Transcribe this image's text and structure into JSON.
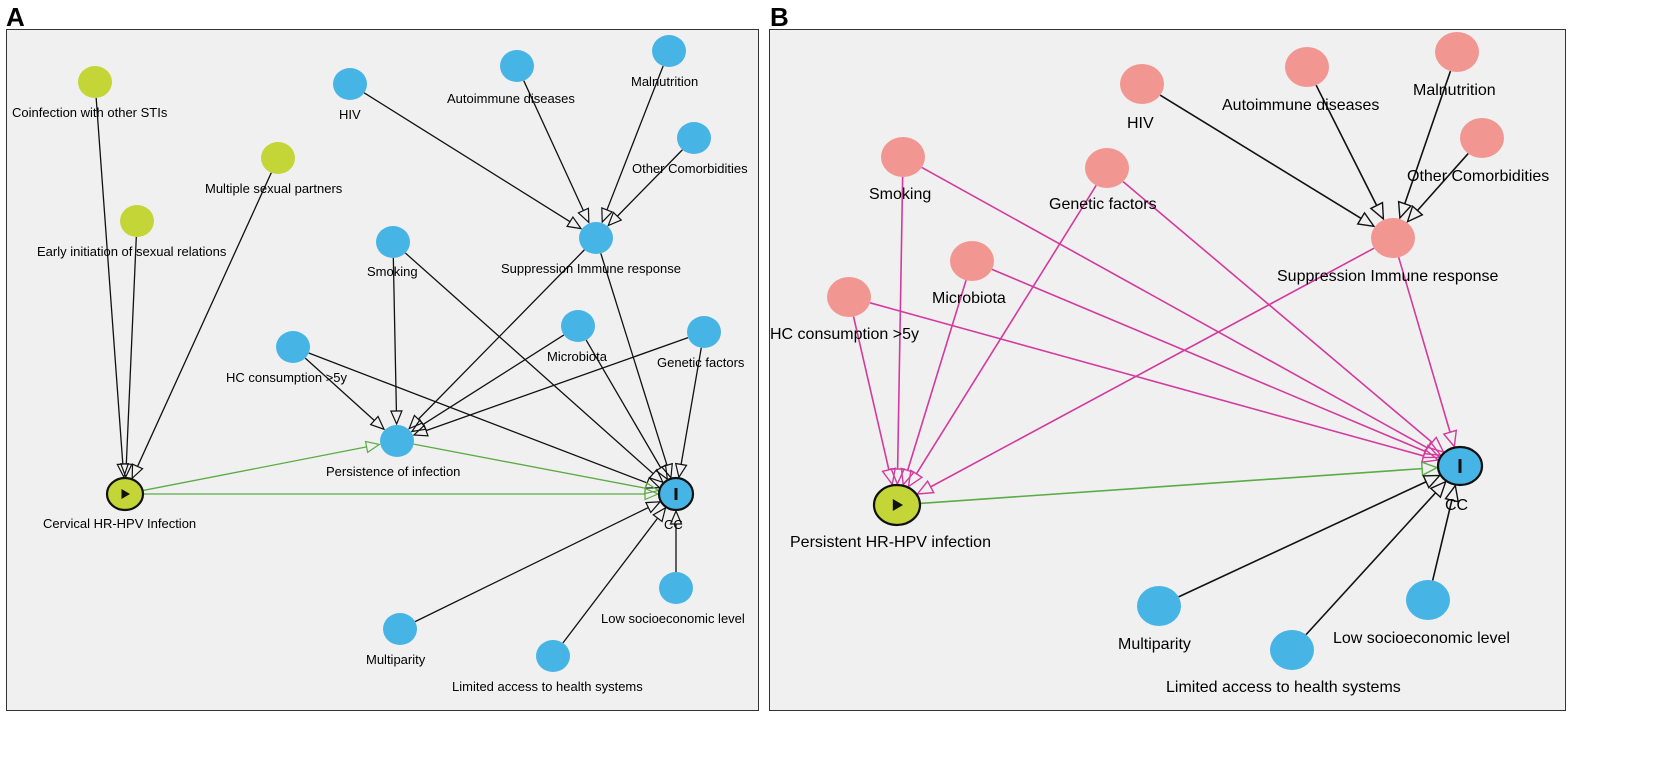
{
  "panels": [
    {
      "letter": "A",
      "nodes": {
        "coinfection": {
          "label": "Coinfection with other STIs",
          "role": "ancestor-exposure"
        },
        "multiple_partners": {
          "label": "Multiple sexual partners",
          "role": "ancestor-exposure"
        },
        "early_initiation": {
          "label": "Early initiation of sexual relations",
          "role": "ancestor-exposure"
        },
        "hiv": {
          "label": "HIV",
          "role": "ancestor-outcome"
        },
        "autoimmune": {
          "label": "Autoimmune diseases",
          "role": "ancestor-outcome"
        },
        "malnutrition": {
          "label": "Malnutrition",
          "role": "ancestor-outcome"
        },
        "other_comorbidities": {
          "label": "Other Comorbidities",
          "role": "ancestor-outcome"
        },
        "suppression": {
          "label": "Suppression Immune response",
          "role": "ancestor-outcome"
        },
        "smoking": {
          "label": "Smoking",
          "role": "ancestor-outcome"
        },
        "hc_consumption": {
          "label": "HC consumption >5y",
          "role": "ancestor-outcome"
        },
        "microbiota": {
          "label": "Microbiota",
          "role": "ancestor-outcome"
        },
        "genetic": {
          "label": "Genetic factors",
          "role": "ancestor-outcome"
        },
        "persistence": {
          "label": "Persistence of infection",
          "role": "ancestor-outcome"
        },
        "exposure": {
          "label": "Cervical HR-HPV Infection",
          "role": "exposure"
        },
        "outcome": {
          "label": "CC",
          "role": "outcome"
        },
        "low_ses": {
          "label": "Low socioeconomic level",
          "role": "ancestor-outcome"
        },
        "multiparity": {
          "label": "Multiparity",
          "role": "ancestor-outcome"
        },
        "limited_access": {
          "label": "Limited access to health systems",
          "role": "ancestor-outcome"
        }
      },
      "edges": [
        {
          "from": "coinfection",
          "to": "exposure",
          "type": "black"
        },
        {
          "from": "early_initiation",
          "to": "exposure",
          "type": "black"
        },
        {
          "from": "multiple_partners",
          "to": "exposure",
          "type": "black"
        },
        {
          "from": "hiv",
          "to": "suppression",
          "type": "black"
        },
        {
          "from": "autoimmune",
          "to": "suppression",
          "type": "black"
        },
        {
          "from": "malnutrition",
          "to": "suppression",
          "type": "black"
        },
        {
          "from": "other_comorbidities",
          "to": "suppression",
          "type": "black"
        },
        {
          "from": "suppression",
          "to": "persistence",
          "type": "black"
        },
        {
          "from": "suppression",
          "to": "outcome",
          "type": "black"
        },
        {
          "from": "smoking",
          "to": "persistence",
          "type": "black"
        },
        {
          "from": "smoking",
          "to": "outcome",
          "type": "black"
        },
        {
          "from": "hc_consumption",
          "to": "persistence",
          "type": "black"
        },
        {
          "from": "hc_consumption",
          "to": "outcome",
          "type": "black"
        },
        {
          "from": "microbiota",
          "to": "persistence",
          "type": "black"
        },
        {
          "from": "microbiota",
          "to": "outcome",
          "type": "black"
        },
        {
          "from": "genetic",
          "to": "persistence",
          "type": "black"
        },
        {
          "from": "genetic",
          "to": "outcome",
          "type": "black"
        },
        {
          "from": "exposure",
          "to": "persistence",
          "type": "green"
        },
        {
          "from": "persistence",
          "to": "outcome",
          "type": "green"
        },
        {
          "from": "exposure",
          "to": "outcome",
          "type": "green"
        },
        {
          "from": "low_ses",
          "to": "outcome",
          "type": "black"
        },
        {
          "from": "multiparity",
          "to": "outcome",
          "type": "black"
        },
        {
          "from": "limited_access",
          "to": "outcome",
          "type": "black"
        }
      ]
    },
    {
      "letter": "B",
      "nodes": {
        "hiv": {
          "label": "HIV",
          "role": "ancestor-both"
        },
        "autoimmune": {
          "label": "Autoimmune diseases",
          "role": "ancestor-both"
        },
        "malnutrition": {
          "label": "Malnutrition",
          "role": "ancestor-both"
        },
        "other_comorbidities": {
          "label": "Other Comorbidities",
          "role": "ancestor-both"
        },
        "suppression": {
          "label": "Suppression Immune response",
          "role": "ancestor-both"
        },
        "smoking": {
          "label": "Smoking",
          "role": "ancestor-both"
        },
        "genetic": {
          "label": "Genetic factors",
          "role": "ancestor-both"
        },
        "microbiota": {
          "label": "Microbiota",
          "role": "ancestor-both"
        },
        "hc_consumption": {
          "label": "HC consumption >5y",
          "role": "ancestor-both"
        },
        "exposure": {
          "label": "Persistent HR-HPV infection",
          "role": "exposure"
        },
        "outcome": {
          "label": "CC",
          "role": "outcome"
        },
        "multiparity": {
          "label": "Multiparity",
          "role": "ancestor-outcome"
        },
        "limited_access": {
          "label": "Limited access to health systems",
          "role": "ancestor-outcome"
        },
        "low_ses": {
          "label": "Low socioeconomic level",
          "role": "ancestor-outcome"
        }
      },
      "edges": [
        {
          "from": "hiv",
          "to": "suppression",
          "type": "black"
        },
        {
          "from": "autoimmune",
          "to": "suppression",
          "type": "black"
        },
        {
          "from": "malnutrition",
          "to": "suppression",
          "type": "black"
        },
        {
          "from": "other_comorbidities",
          "to": "suppression",
          "type": "black"
        },
        {
          "from": "suppression",
          "to": "exposure",
          "type": "pink"
        },
        {
          "from": "suppression",
          "to": "outcome",
          "type": "pink"
        },
        {
          "from": "smoking",
          "to": "exposure",
          "type": "pink"
        },
        {
          "from": "smoking",
          "to": "outcome",
          "type": "pink"
        },
        {
          "from": "genetic",
          "to": "exposure",
          "type": "pink"
        },
        {
          "from": "genetic",
          "to": "outcome",
          "type": "pink"
        },
        {
          "from": "microbiota",
          "to": "exposure",
          "type": "pink"
        },
        {
          "from": "microbiota",
          "to": "outcome",
          "type": "pink"
        },
        {
          "from": "hc_consumption",
          "to": "exposure",
          "type": "pink"
        },
        {
          "from": "hc_consumption",
          "to": "outcome",
          "type": "pink"
        },
        {
          "from": "exposure",
          "to": "outcome",
          "type": "green"
        },
        {
          "from": "multiparity",
          "to": "outcome",
          "type": "black"
        },
        {
          "from": "limited_access",
          "to": "outcome",
          "type": "black"
        },
        {
          "from": "low_ses",
          "to": "outcome",
          "type": "black"
        }
      ]
    }
  ],
  "colors": {
    "panel_bg": "#f0f0f0",
    "blue_node": "#47b4e6",
    "green_node": "#c3d537",
    "pink_node": "#f29692",
    "black_edge": "#111111",
    "green_edge": "#5aac44",
    "pink_edge": "#d33a9e"
  },
  "icons": {
    "exposure": "play-triangle-icon",
    "outcome": "bar-i-icon"
  }
}
